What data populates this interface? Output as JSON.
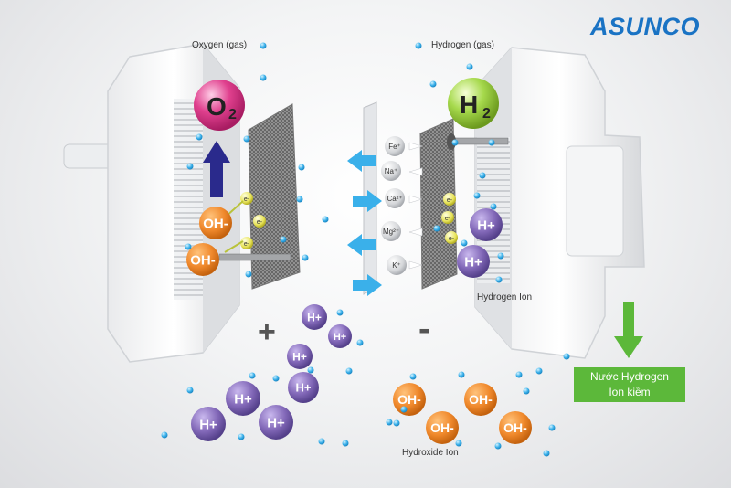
{
  "brand": "ASUNCO",
  "labels": {
    "oxygen": "Oxygen (gas)",
    "hydrogen": "Hydrogen (gas)",
    "hydrogen_ion": "Hydrogen Ion",
    "hydroxide_ion": "Hydroxide Ion",
    "o2_main": "O",
    "o2_sub": "2",
    "h2_main": "H",
    "h2_sub": "2",
    "plus": "+",
    "minus": "-"
  },
  "result": {
    "line1": "Nước Hydrogen",
    "line2": "Ion kiềm"
  },
  "ions": {
    "oh": "OH-",
    "h": "H+",
    "electron": "e-"
  },
  "minerals": [
    "Fe⁺",
    "Na⁺",
    "Ca²⁺",
    "Mg²⁺",
    "K⁺"
  ],
  "colors": {
    "brand": "#1a73c4",
    "oh_ion": "#f0892c",
    "h_ion": "#8268b8",
    "o2_sphere": "#e0408e",
    "h2_sphere": "#a6d94c",
    "electron": "#e7e35a",
    "arrow_blue": "#3ab0ea",
    "arrow_dark": "#2a2a8c",
    "result_bg": "#5cb83a"
  }
}
